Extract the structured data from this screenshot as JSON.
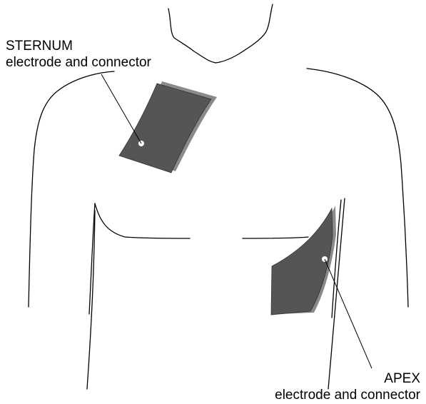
{
  "sternum": {
    "title": "STERNUM",
    "subtitle": "electrode and connector"
  },
  "apex": {
    "title": "APEX",
    "subtitle": "electrode and connector"
  },
  "colors": {
    "outline": "#000000",
    "pad_fill": "#555555",
    "pad_edge": "#8a8a8a",
    "connector": "#ffffff"
  }
}
